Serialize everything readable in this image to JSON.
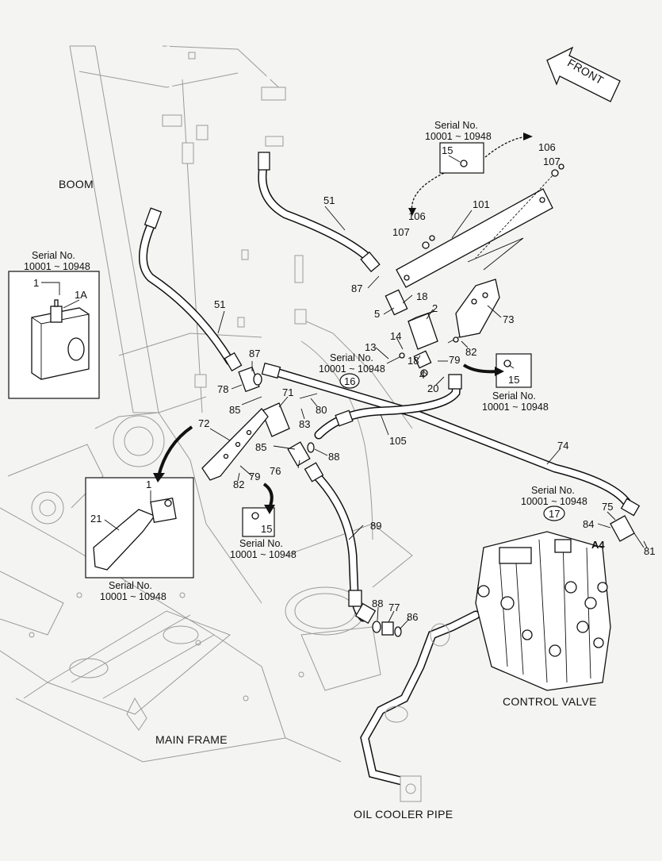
{
  "areas": {
    "boom": "BOOM",
    "main_frame": "MAIN FRAME",
    "control_valve": "CONTROL VALVE",
    "oil_cooler_pipe": "OIL COOLER PIPE",
    "front": "FRONT"
  },
  "serial": {
    "title": "Serial No.",
    "range": "10001 ~ 10948"
  },
  "callouts": {
    "boxed": {
      "c1": "1",
      "c1a": "1A",
      "c21": "21",
      "c1b": "1"
    },
    "main": {
      "c51a": "51",
      "c51b": "51",
      "c101": "101",
      "c106a": "106",
      "c107a": "107",
      "c106b": "106",
      "c107b": "107",
      "c87a": "87",
      "c5": "5",
      "c18a": "18",
      "c2": "2",
      "c73": "73",
      "c13": "13",
      "c14": "14",
      "c82a": "82",
      "c18b": "18",
      "c79a": "79",
      "c4": "4",
      "c20": "20",
      "c87b": "87",
      "c78": "78",
      "c71": "71",
      "c80": "80",
      "c85a": "85",
      "c83": "83",
      "c72": "72",
      "c85b": "85",
      "c88a": "88",
      "c76": "76",
      "c105": "105",
      "c74": "74",
      "c79b": "79",
      "c82b": "82",
      "c89": "89",
      "c84": "84",
      "c75": "75",
      "c81": "81",
      "c88b": "88",
      "c77": "77",
      "c86": "86",
      "a4": "A4"
    },
    "ringed": {
      "r16": "16",
      "r17": "17"
    },
    "boxed15": {
      "b15a": "15",
      "b15b": "15",
      "b15c": "15"
    }
  },
  "icons": [
    "front-arrow-icon",
    "bolt-icon",
    "solenoid-valve-icon",
    "bracket-icon"
  ]
}
